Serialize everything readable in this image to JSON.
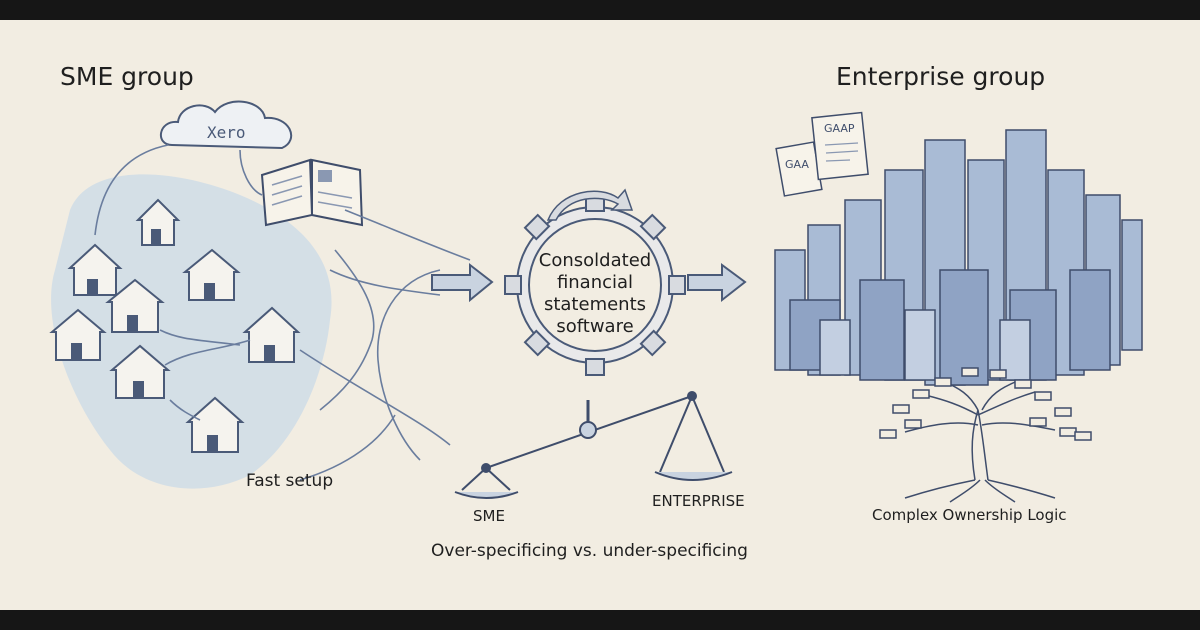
{
  "sme_group_title": "SME group",
  "enterprise_group_title": "Enterprise group",
  "xero_label": "Xero",
  "center_lines": [
    "Consoldated",
    "financial",
    "statements",
    "software"
  ],
  "fast_setup": "Fast setup",
  "scale": {
    "left_label": "SME",
    "right_label": "ENTERPRISE"
  },
  "over_under": "Over-specificing vs. under-specificing",
  "complex_ownership": "Complex Ownership Logic",
  "gaap_labels": [
    "GAAP",
    "GAA"
  ],
  "colors": {
    "paper": "#f2ede2",
    "ink": "#3f4d6b",
    "wash": "#c8d8e8",
    "building": "#9fb2cf"
  }
}
